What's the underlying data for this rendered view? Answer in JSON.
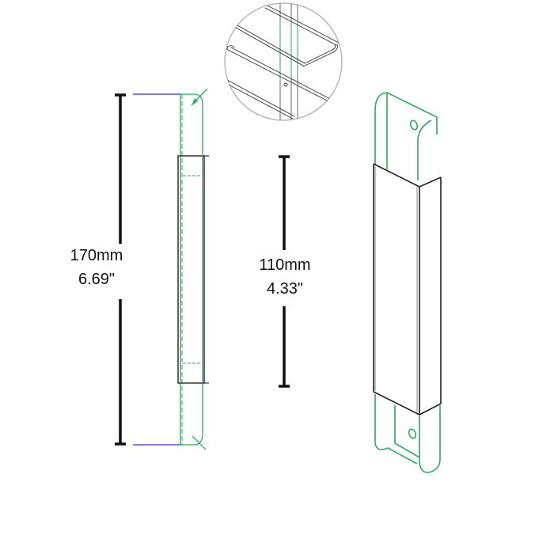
{
  "dimensions": {
    "total_height": {
      "mm": "170mm",
      "inch": "6.69\""
    },
    "sleeve_height": {
      "mm": "110mm",
      "inch": "4.33\""
    }
  },
  "colors": {
    "part_outline": "#2eaa5c",
    "sleeve_outline": "#222222",
    "dimension_line": "#111111",
    "extension_line": "#3b2fd1",
    "inset_wire": "#555555"
  },
  "views": {
    "inset": "detail-circle-wire-rack",
    "side": "side-elevation",
    "iso": "isometric-view"
  }
}
